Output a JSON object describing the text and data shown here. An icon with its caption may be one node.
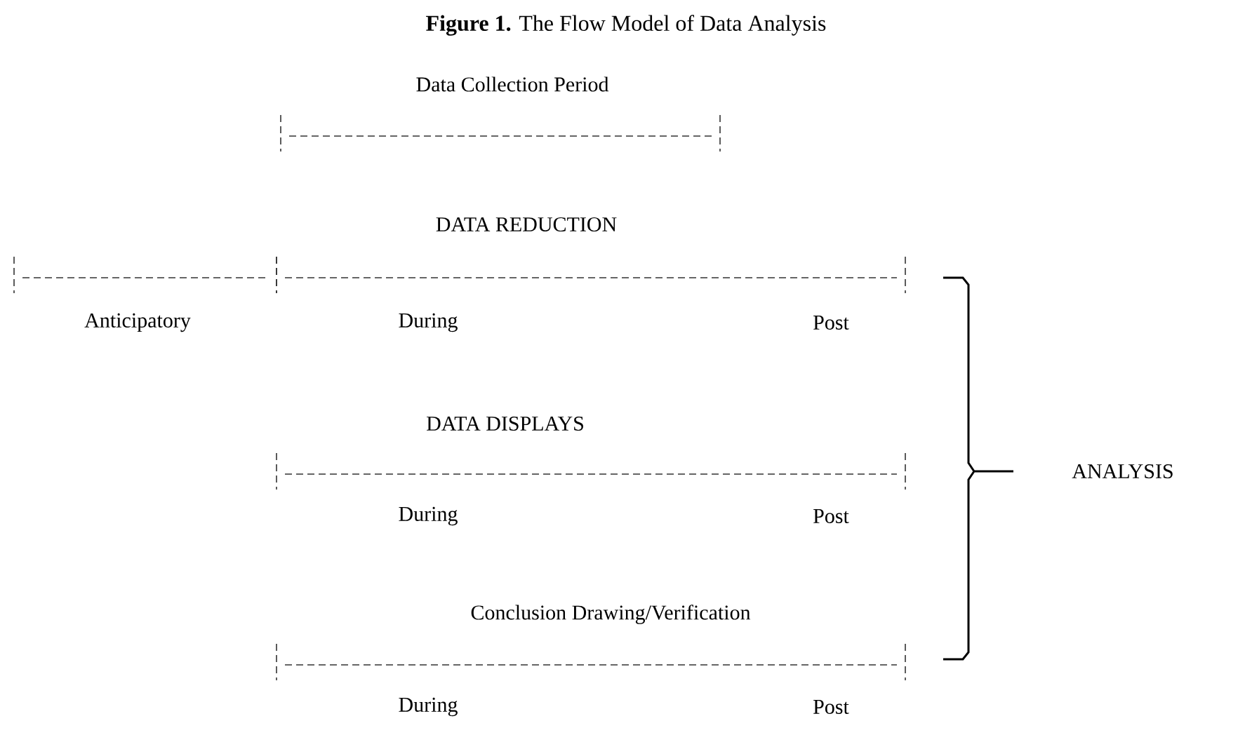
{
  "diagram": {
    "title": "**Figure 1.** The Flow Model of Data Analysis",
    "labels": [
      "Data Collection Period",
      "DATA REDUCTION",
      "Anticipatory",
      "During",
      "Post",
      "DATA DISPLAYS",
      "During",
      "Post",
      "Conclusion Drawing/Verification",
      "During",
      "Post",
      "ANALYSIS"
    ]
  }
}
